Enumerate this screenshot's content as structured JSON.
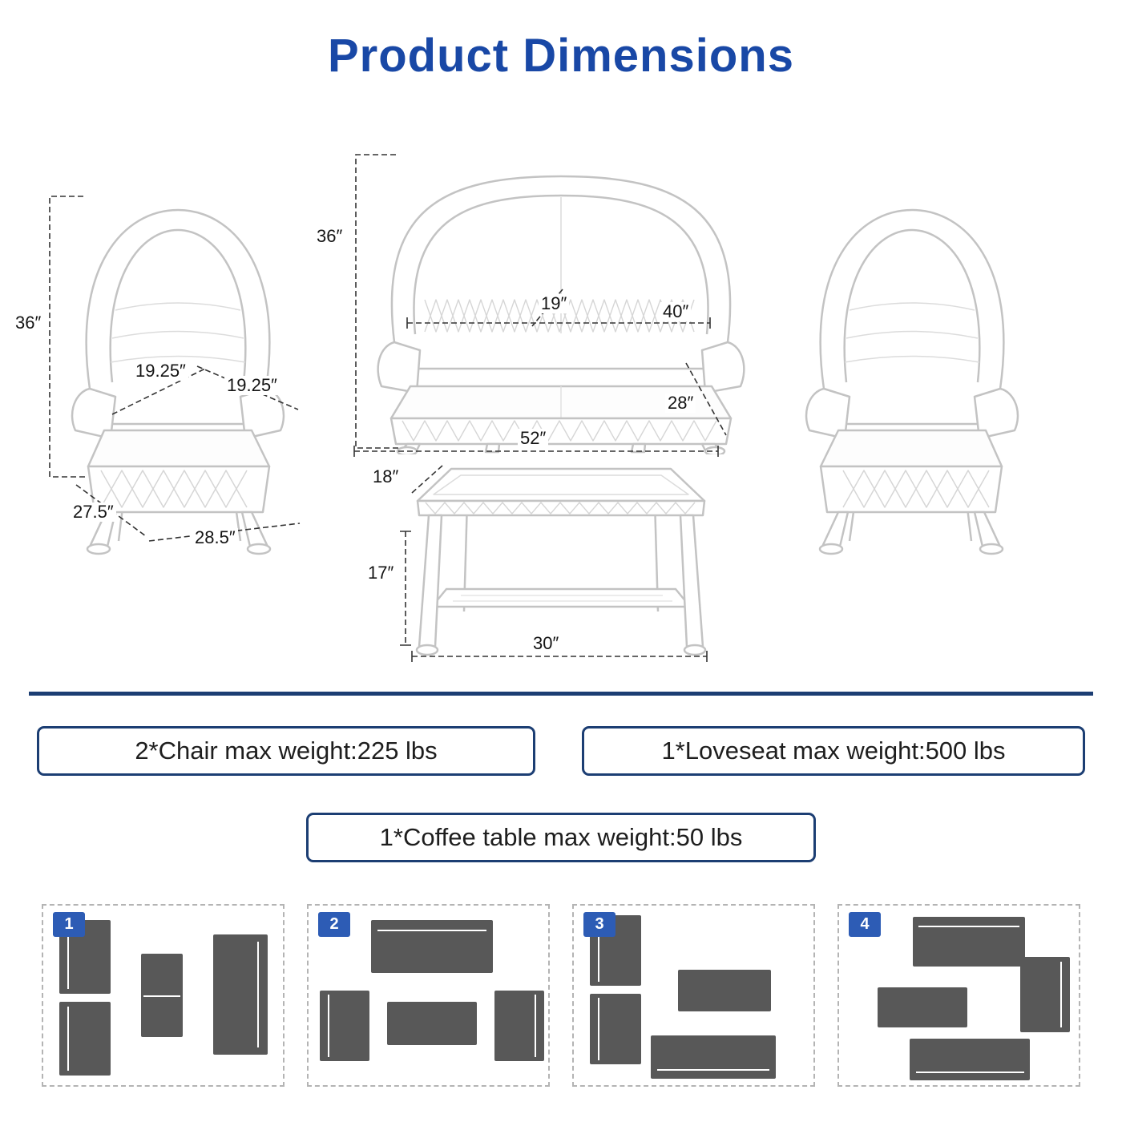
{
  "page": {
    "title": "Product Dimensions"
  },
  "diagram": {
    "chair_left": {
      "height": "36″",
      "seat_depth": "19.25″",
      "seat_width": "19.25″",
      "base_depth": "27.5″",
      "base_width": "28.5″"
    },
    "loveseat": {
      "height": "36″",
      "seat_depth": "19″",
      "seat_width": "40″",
      "base_depth": "28″",
      "width": "52″"
    },
    "coffee_table": {
      "top_depth": "18″",
      "leg_height": "17″",
      "width": "30″"
    }
  },
  "weight_notes": [
    "2*Chair max weight:225 lbs",
    "1*Loveseat max weight:500 lbs",
    "1*Coffee table max weight:50 lbs"
  ],
  "layout_options": [
    {
      "number": "1"
    },
    {
      "number": "2"
    },
    {
      "number": "3"
    },
    {
      "number": "4"
    }
  ],
  "colors": {
    "title": "#1948a6",
    "badge_border": "#1c3e73",
    "divider": "#1c3e73",
    "dimension_line": "#333333",
    "layout_number_badge": "#2d5cb5",
    "furniture_block": "#585858",
    "furniture_outline": "#c3c3c3"
  }
}
